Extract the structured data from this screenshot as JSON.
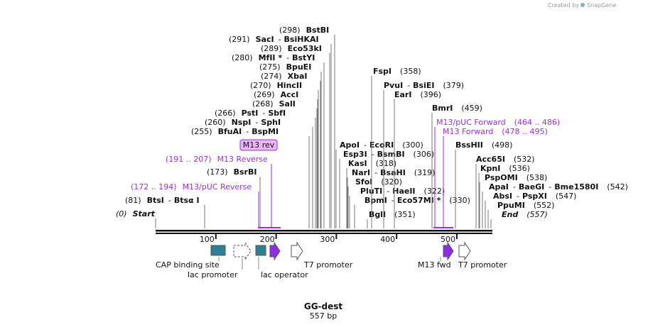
{
  "credit": {
    "prefix": "Created by",
    "brand": "SnapGene"
  },
  "map": {
    "name": "GG-dest",
    "length_label": "557 bp",
    "ticks": [
      "100",
      "200",
      "300",
      "400",
      "500"
    ],
    "sites": [
      {
        "text": "(0)",
        "name": "Start",
        "italic": true
      },
      {
        "text": "(81)",
        "name": "BtsI",
        "alt": "Btsα I"
      },
      {
        "text": "(172 .. 194)",
        "name": "M13/pUC Reverse",
        "primer": true
      },
      {
        "text": "(173)",
        "name": "BsrBI"
      },
      {
        "text": "(191 .. 207)",
        "name": "M13 Reverse",
        "primer": true
      },
      {
        "text": "(255)",
        "name": "BfuAI",
        "alt": "BspMI"
      },
      {
        "text": "(260)",
        "name": "NspI",
        "alt": "SphI"
      },
      {
        "text": "(266)",
        "name": "PstI",
        "alt": "SbfI"
      },
      {
        "text": "(268)",
        "name": "SalI"
      },
      {
        "text": "(269)",
        "name": "AccI"
      },
      {
        "text": "(270)",
        "name": "HincII"
      },
      {
        "text": "(274)",
        "name": "XbaI"
      },
      {
        "text": "(275)",
        "name": "BpuEI"
      },
      {
        "text": "(280)",
        "name": "MfII *",
        "alt": "BstYI"
      },
      {
        "text": "(289)",
        "name": "Eco53kI"
      },
      {
        "text": "(291)",
        "name": "SacI",
        "alt": "BsiHKAI"
      },
      {
        "text": "(298)",
        "name": "BstBI"
      },
      {
        "text": "(300)",
        "name": "ApoI",
        "alt": "EcoRI"
      },
      {
        "text": "(306)",
        "name": "Esp3I",
        "alt": "BsmBI"
      },
      {
        "text": "(318)",
        "name": "KasI"
      },
      {
        "text": "(319)",
        "name": "NarI",
        "alt": "BsaHI"
      },
      {
        "text": "(320)",
        "name": "SfoI"
      },
      {
        "text": "(322)",
        "name": "PluTI",
        "alt": "HaeII"
      },
      {
        "text": "(330)",
        "name": "BpmI",
        "alt": "Eco57MI *"
      },
      {
        "text": "(351)",
        "name": "BglI"
      },
      {
        "text": "(358)",
        "name": "FspI"
      },
      {
        "text": "(379)",
        "name": "PvuI",
        "alt": "BsiEI"
      },
      {
        "text": "(396)",
        "name": "EarI"
      },
      {
        "text": "(459)",
        "name": "BmrI"
      },
      {
        "text": "(464 .. 486)",
        "name": "M13/pUC Forward",
        "primer": true
      },
      {
        "text": "(478 .. 495)",
        "name": "M13 Forward",
        "primer": true
      },
      {
        "text": "(498)",
        "name": "BssHII"
      },
      {
        "text": "(532)",
        "name": "Acc65I"
      },
      {
        "text": "(536)",
        "name": "KpnI"
      },
      {
        "text": "(538)",
        "name": "PspOMI"
      },
      {
        "text": "(542)",
        "name": "ApaI",
        "alt": "BaeGI",
        "alt2": "Bme1580I"
      },
      {
        "text": "(547)",
        "name": "AbsI",
        "alt": "PspXI"
      },
      {
        "text": "(552)",
        "name": "PpuMI"
      },
      {
        "text": "(557)",
        "name": "End",
        "italic": true
      }
    ],
    "features": [
      {
        "name": "CAP binding site",
        "color": "#2e7f93"
      },
      {
        "name": "lac promoter",
        "color": "#ffffff"
      },
      {
        "name": "lac operator",
        "color": "#2e7f93"
      },
      {
        "name": "T7 promoter",
        "color": "#ffffff"
      },
      {
        "name": "M13 rev",
        "color": "#8e2de0"
      },
      {
        "name": "M13 fwd",
        "color": "#8e2de0"
      },
      {
        "name": "T7 promoter",
        "color": "#ffffff"
      }
    ],
    "primer_badge": "M13 rev"
  }
}
